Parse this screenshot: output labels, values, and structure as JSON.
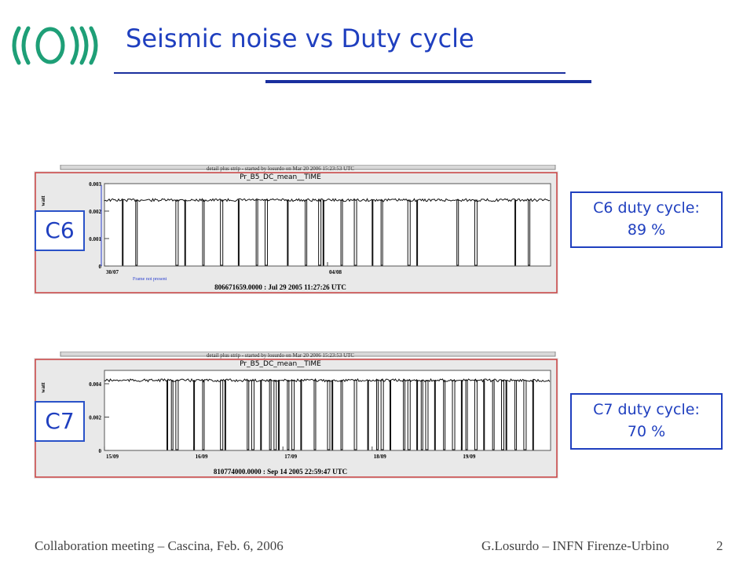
{
  "slide": {
    "title": "Seismic noise vs Duty cycle",
    "footer_left": "Collaboration meeting – Cascina, Feb. 6, 2006",
    "footer_author": "G.Losurdo – INFN Firenze-Urbino",
    "page_number": "2"
  },
  "chart_data": [
    {
      "type": "line",
      "label": "C6",
      "header": "detail plus strip - started by losurdo on Mar 20 2006 15:23:53 UTC",
      "title": "Pr_B5_DC_mean__TIME",
      "ylabel": "watt",
      "ylim": [
        0,
        0.003
      ],
      "yticks": [
        "0",
        "0.001",
        "0.002",
        "0.003"
      ],
      "xticks": [
        {
          "label": "30/07",
          "pos": 0.0
        },
        {
          "label": "04/08",
          "pos": 0.5
        }
      ],
      "level": 0.0024,
      "dropouts": [
        0.04,
        0.07,
        0.16,
        0.18,
        0.22,
        0.26,
        0.3,
        0.34,
        0.36,
        0.41,
        0.45,
        0.48,
        0.49,
        0.53,
        0.56,
        0.6,
        0.62,
        0.68,
        0.7,
        0.79,
        0.83,
        0.92,
        0.95
      ],
      "annotation": "Frame not present",
      "xlabel": "806671659.0000 : Jul 29 2005 11:27:26 UTC",
      "duty_cycle": "C6 duty cycle:",
      "duty_value": "89 %"
    },
    {
      "type": "line",
      "label": "C7",
      "header": "detail plus strip - started by losurdo on Mar 20 2006 15:23:53 UTC",
      "title": "Pr_B5_DC_mean__TIME",
      "ylabel": "watt",
      "ylim": [
        0,
        0.0048
      ],
      "yticks": [
        "0",
        "0.002",
        "0.004"
      ],
      "xticks": [
        {
          "label": "15/09",
          "pos": 0.0
        },
        {
          "label": "16/09",
          "pos": 0.2
        },
        {
          "label": "17/09",
          "pos": 0.4
        },
        {
          "label": "18/09",
          "pos": 0.6
        },
        {
          "label": "19/09",
          "pos": 0.8
        }
      ],
      "level": 0.0042,
      "dropouts": [
        0.14,
        0.15,
        0.16,
        0.2,
        0.22,
        0.26,
        0.27,
        0.32,
        0.33,
        0.35,
        0.37,
        0.38,
        0.39,
        0.41,
        0.42,
        0.44,
        0.47,
        0.5,
        0.51,
        0.53,
        0.56,
        0.59,
        0.61,
        0.62,
        0.64,
        0.67,
        0.68,
        0.7,
        0.71,
        0.72,
        0.74,
        0.76,
        0.78,
        0.8,
        0.81,
        0.83,
        0.85,
        0.87,
        0.89,
        0.9,
        0.92,
        0.94,
        0.96
      ],
      "annotation": "",
      "xlabel": "810774000.0000 : Sep 14 2005 22:59:47 UTC",
      "duty_cycle": "C7 duty cycle:",
      "duty_value": "70 %"
    }
  ]
}
